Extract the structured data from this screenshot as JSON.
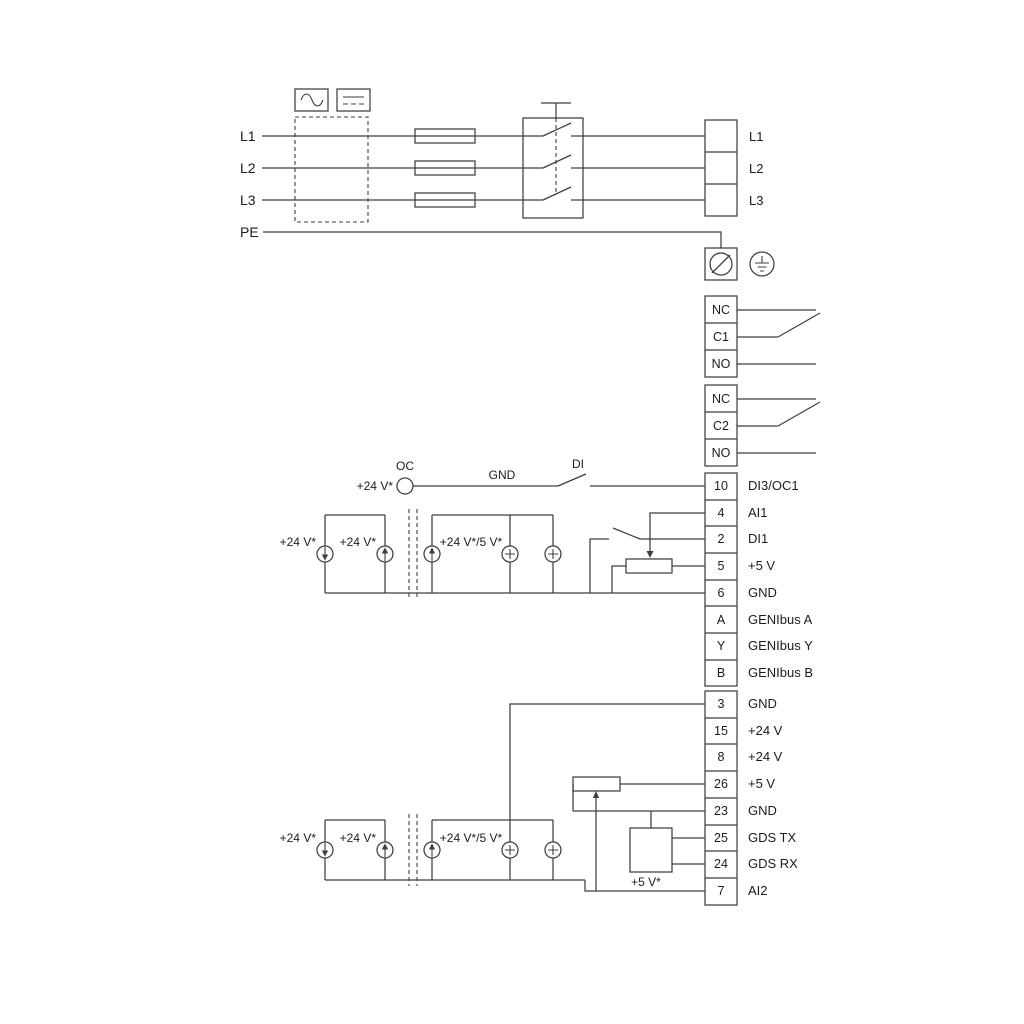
{
  "diagram": {
    "colors": {
      "line": "#3f3f3f",
      "text": "#1c1c1c",
      "background": "#ffffff"
    },
    "mains": {
      "left_labels": [
        "L1",
        "L2",
        "L3"
      ],
      "pe_label": "PE",
      "right_labels": [
        "L1",
        "L2",
        "L3"
      ]
    },
    "relay1": {
      "terminals": [
        "NC",
        "C1",
        "NO"
      ]
    },
    "relay2": {
      "terminals": [
        "NC",
        "C2",
        "NO"
      ]
    },
    "io_terminals": [
      {
        "pin": "10",
        "label": "DI3/OC1"
      },
      {
        "pin": "4",
        "label": "AI1"
      },
      {
        "pin": "2",
        "label": "DI1"
      },
      {
        "pin": "5",
        "label": "+5 V"
      },
      {
        "pin": "6",
        "label": "GND"
      },
      {
        "pin": "A",
        "label": "GENIbus A"
      },
      {
        "pin": "Y",
        "label": "GENIbus Y"
      },
      {
        "pin": "B",
        "label": "GENIbus B"
      }
    ],
    "comm_terminals": [
      {
        "pin": "3",
        "label": "GND"
      },
      {
        "pin": "15",
        "label": "+24 V"
      },
      {
        "pin": "8",
        "label": "+24 V"
      },
      {
        "pin": "26",
        "label": "+5 V"
      },
      {
        "pin": "23",
        "label": "GND"
      },
      {
        "pin": "25",
        "label": "GDS TX"
      },
      {
        "pin": "24",
        "label": "GDS RX"
      },
      {
        "pin": "7",
        "label": "AI2"
      }
    ],
    "annotations": {
      "oc_supply": "+24 V*",
      "oc": "OC",
      "gnd": "GND",
      "di": "DI",
      "mid_supply1": "+24 V*",
      "mid_supply2": "+24 V*",
      "mid_supply3": "+24 V*/5 V*",
      "bot_supply1": "+24 V*",
      "bot_supply2": "+24 V*",
      "bot_supply3": "+24 V*/5 V*",
      "sensor_supply": "+5 V*"
    }
  }
}
